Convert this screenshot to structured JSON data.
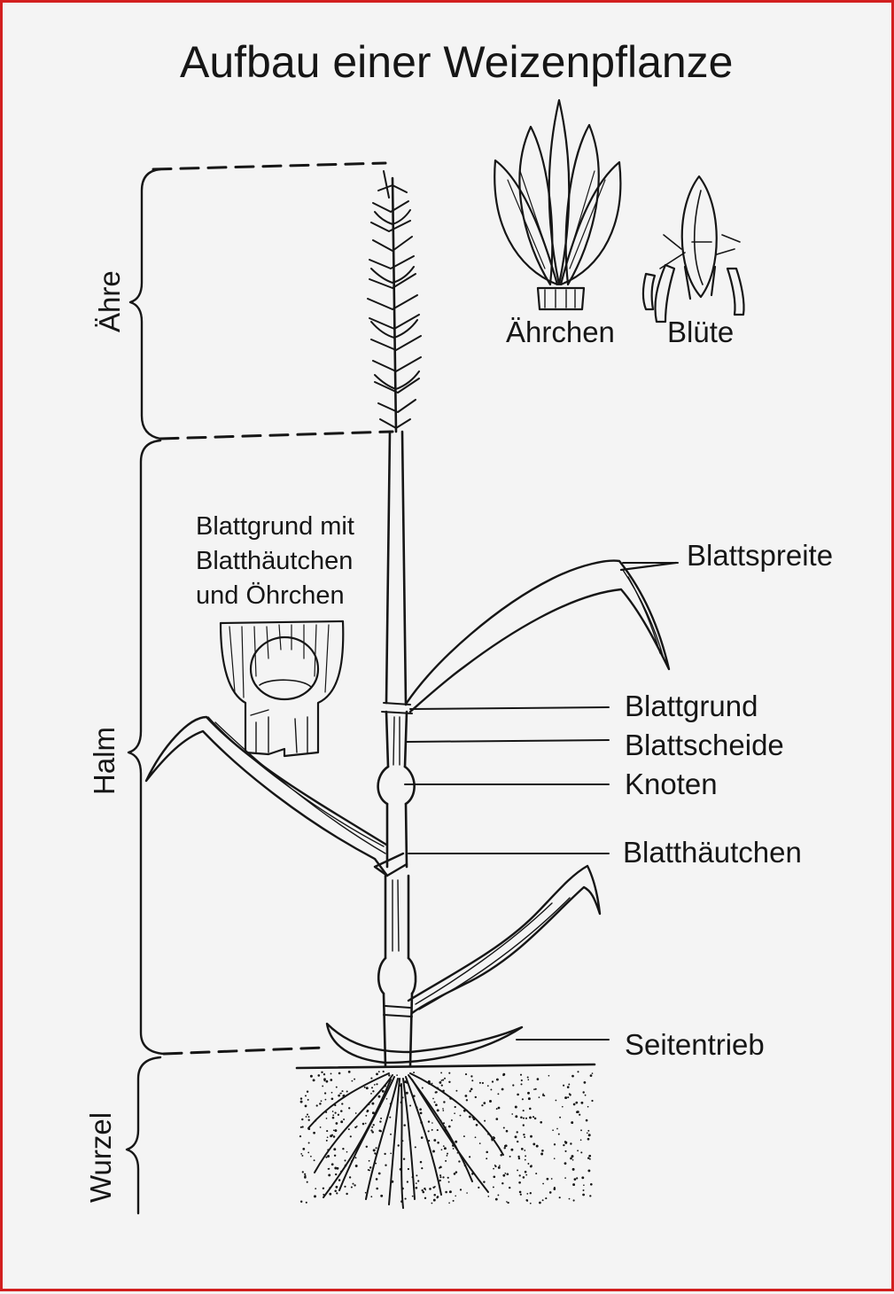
{
  "title": "Aufbau einer Weizenpflanze",
  "sections": {
    "aehre": "Ähre",
    "halm": "Halm",
    "wurzel": "Wurzel"
  },
  "details": {
    "aehrchen": "Ährchen",
    "bluete": "Blüte"
  },
  "inset_caption": [
    "Blattgrund mit",
    "Blatthäutchen",
    "und Öhrchen"
  ],
  "parts": {
    "blattspreite": "Blattspreite",
    "blattgrund": "Blattgrund",
    "blattscheide": "Blattscheide",
    "knoten": "Knoten",
    "blatthaeutchen": "Blatthäutchen",
    "seitentrieb": "Seitentrieb"
  },
  "colors": {
    "ink": "#161616",
    "frame": "#d21f1f",
    "paper": "#f4f4f4"
  }
}
